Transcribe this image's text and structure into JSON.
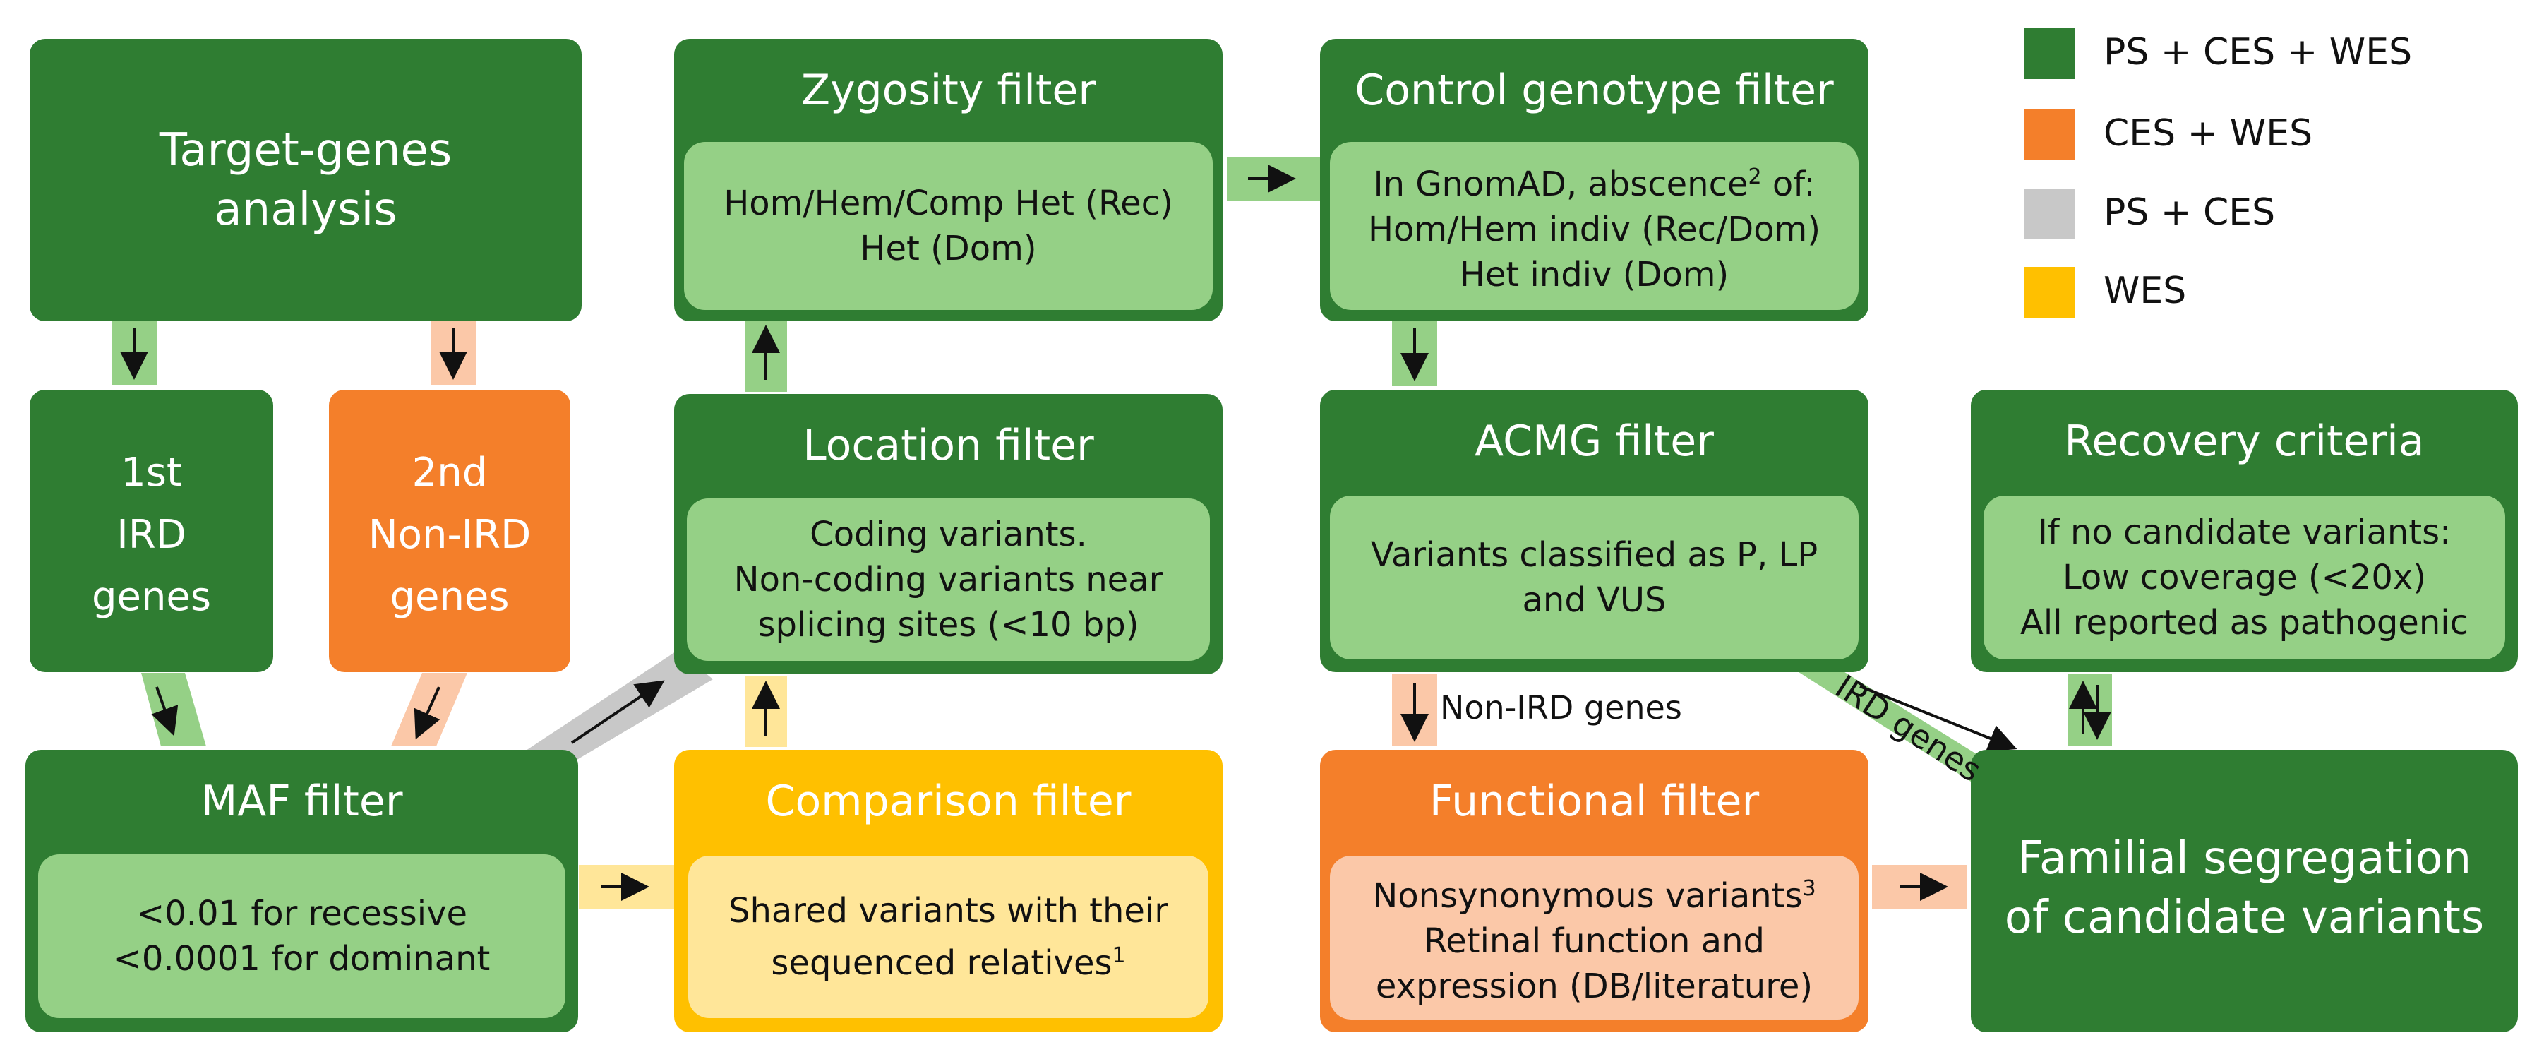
{
  "colors": {
    "dark_green": "#2f7d32",
    "light_green": "#95d086",
    "orange": "#f47f2a",
    "light_orange": "#fbc8a8",
    "yellow": "#ffc000",
    "light_yellow": "#ffe699",
    "gray": "#c8c8c8"
  },
  "legend": [
    {
      "label": "PS + CES + WES",
      "color": "#2f7d32"
    },
    {
      "label": "CES + WES",
      "color": "#f47f2a"
    },
    {
      "label": "PS + CES",
      "color": "#c8c8c8"
    },
    {
      "label": "WES",
      "color": "#ffc000"
    }
  ],
  "nodes": {
    "target": {
      "line1": "Target-genes",
      "line2": "analysis"
    },
    "first": {
      "line1": "1st",
      "line2": "IRD",
      "line3": "genes"
    },
    "second": {
      "line1": "2nd",
      "line2": "Non-IRD",
      "line3": "genes"
    },
    "maf": {
      "title": "MAF filter",
      "line1": "<0.01 for recessive",
      "line2": "<0.0001 for dominant"
    },
    "zygosity": {
      "title": "Zygosity filter",
      "line1": "Hom/Hem/Comp Het (Rec)",
      "line2": "Het (Dom)"
    },
    "location": {
      "title": "Location filter",
      "line1": "Coding variants.",
      "line2": "Non-coding variants near",
      "line3": "splicing sites (<10 bp)"
    },
    "comparison": {
      "title": "Comparison filter",
      "line1": "Shared variants with their",
      "line2": "sequenced relatives",
      "sup": "1"
    },
    "control": {
      "title": "Control genotype filter",
      "line1a": "In GnomAD, abscence",
      "sup": "2",
      "line1b": " of:",
      "line2": "Hom/Hem indiv (Rec/Dom)",
      "line3": "Het indiv (Dom)"
    },
    "acmg": {
      "title": "ACMG filter",
      "line1": "Variants classified as P, LP",
      "line2": "and VUS"
    },
    "functional": {
      "title": "Functional filter",
      "line1": "Nonsynonymous variants",
      "sup": "3",
      "line2": "Retinal function and",
      "line3": "expression (DB/literature)"
    },
    "recovery": {
      "title": "Recovery criteria",
      "line1": "If no candidate variants:",
      "line2": "Low coverage (<20x)",
      "line3": "All reported as pathogenic"
    },
    "familial": {
      "line1": "Familial segregation",
      "line2": "of candidate variants"
    }
  },
  "edge_labels": {
    "non_ird": "Non-IRD genes",
    "ird": "IRD genes"
  }
}
